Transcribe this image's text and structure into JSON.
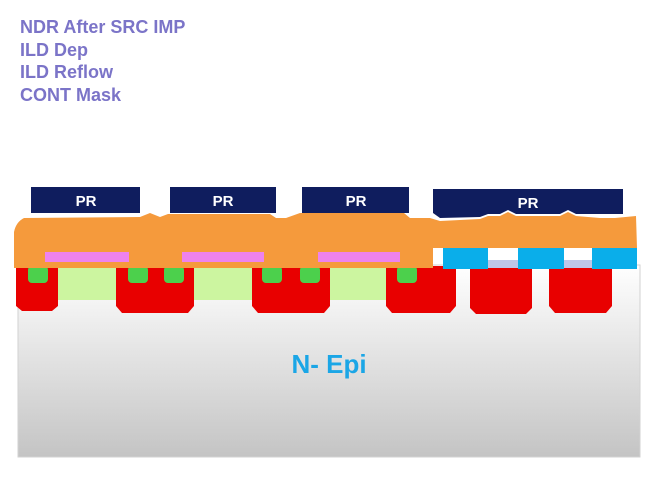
{
  "process_steps": [
    "NDR After SRC IMP",
    "ILD Dep",
    "ILD Reflow",
    "CONT Mask"
  ],
  "layers": {
    "photoresist_label": "PR",
    "substrate_label": "N- Epi"
  },
  "colors": {
    "step_text": "#7b74c8",
    "photoresist": "#0f1d5e",
    "ild_oxide": "#f59a3c",
    "gate_poly": "#ee82ee",
    "p_body": "#e80000",
    "n_plus_source": "#4cd04c",
    "channel_region": "#ccf5a0",
    "substrate_top": "#ffffff",
    "substrate_bottom": "#c4c4c4",
    "epi_text": "#1ba6e6",
    "field_contact": "#0aaeea",
    "gate_oxide": "#bfc6e8"
  }
}
